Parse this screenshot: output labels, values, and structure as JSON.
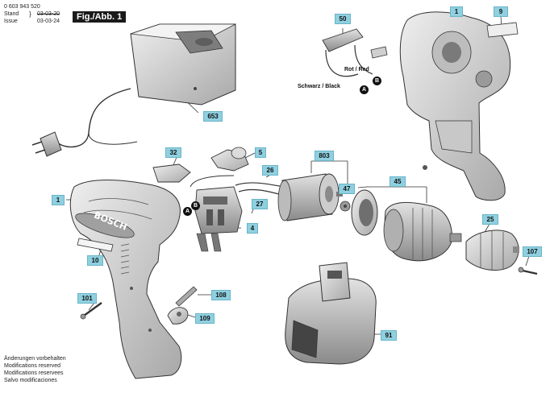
{
  "header": {
    "doc_number": "0 603 943 520",
    "stand_label": "Stand",
    "issue_label": "Issue",
    "old_date": "03-03-20",
    "new_date": "03-03-24",
    "figure_label": "Fig./Abb. 1"
  },
  "wire_labels": {
    "red": "Rot / Red",
    "black": "Schwarz / Black",
    "marker_a": "A",
    "marker_b": "B"
  },
  "part_numbers": [
    "1",
    "9",
    "50",
    "653",
    "32",
    "5",
    "803",
    "26",
    "27",
    "47",
    "45",
    "4",
    "25",
    "107",
    "10",
    "101",
    "108",
    "109",
    "91"
  ],
  "footer_notes": [
    "Änderungen vorbehalten",
    "Modifications reserved",
    "Modifications reservees",
    "Salvo modificaciones"
  ],
  "colors": {
    "tag_fill": "#8fd0e0",
    "part_fill": "#d6d6d6",
    "outline": "#333333"
  }
}
